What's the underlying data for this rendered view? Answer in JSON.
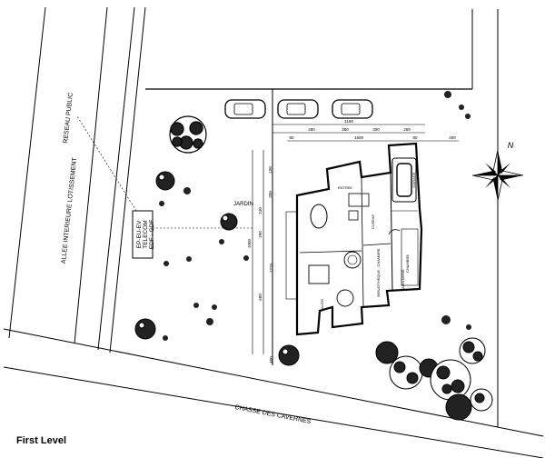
{
  "caption": "First Level",
  "labels": {
    "road_interior": "ALLEE INTERIEURE LOTISSEMENT",
    "network": "RESEAU PUBLIC",
    "road_main": "CHASSE DES CAVERNES",
    "garden": "JARDIN",
    "north": "N",
    "utilities": [
      "EP-EU-EV",
      "TELECOM",
      "EDF - GDF"
    ],
    "rooms": {
      "entry": "ENTREE",
      "garage": "GARAGE",
      "kitchen": "CUISINE",
      "bedroom": "CHAMBRE",
      "living": "SALON",
      "library": "BIBLIOTHEQUE - CHAMBRE",
      "office": "BUANDERIE"
    }
  },
  "dimensions": {
    "top_row": [
      "1160"
    ],
    "second_row": [
      "280",
      "380",
      "300",
      "260"
    ],
    "third_row": [
      "80",
      "1600",
      "80",
      "400"
    ],
    "vertical_right": [
      "120",
      "350"
    ],
    "vertical_left": [
      "240",
      "290",
      "1000",
      "1210",
      "680",
      "400"
    ]
  }
}
